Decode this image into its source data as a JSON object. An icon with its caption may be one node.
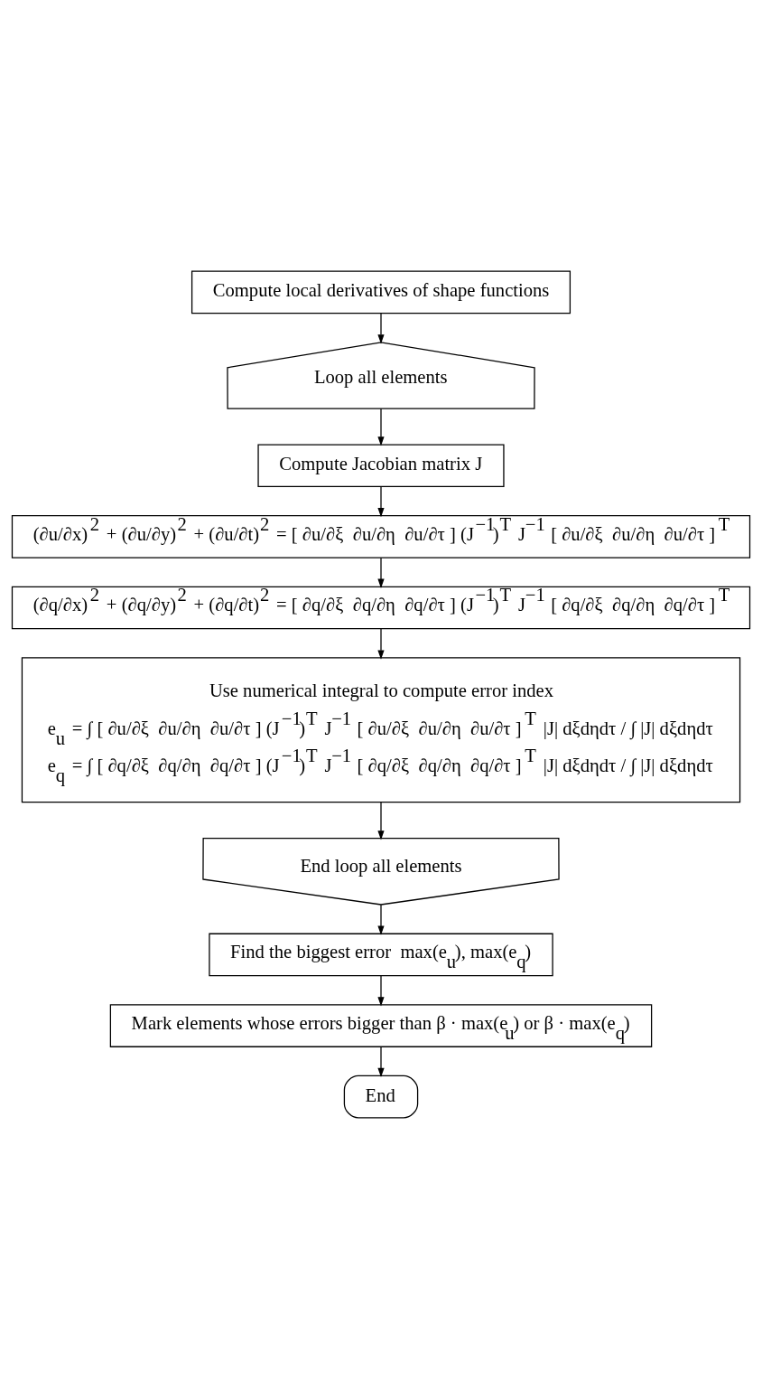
{
  "diagram": {
    "nodes": [
      {
        "text": [
          "Compute local derivatives of shape functions"
        ]
      },
      {
        "text": [
          "Loop all elements"
        ]
      },
      {
        "text": [
          "Compute Jacobian matrix J"
        ]
      },
      {
        "text": [
          "(∂u/∂x)$^{2}$ + (∂u/∂y)$^{2}$ + (∂u/∂t)$^{2}$ = [ ∂u/∂ξ  ∂u/∂η  ∂u/∂τ ] (J$^{−1}$)$^{T}$ J$^{−1}$ [ ∂u/∂ξ  ∂u/∂η  ∂u/∂τ ]$^{T}$"
        ]
      },
      {
        "text": [
          "(∂q/∂x)$^{2}$ + (∂q/∂y)$^{2}$ + (∂q/∂t)$^{2}$ = [ ∂q/∂ξ  ∂q/∂η  ∂q/∂τ ] (J$^{−1}$)$^{T}$ J$^{−1}$ [ ∂q/∂ξ  ∂q/∂η  ∂q/∂τ ]$^{T}$"
        ]
      },
      {
        "text": [
          "Use numerical integral to compute error index",
          "e$_{u}$ = ∫ [ ∂u/∂ξ  ∂u/∂η  ∂u/∂τ ] (J$^{−1}$)$^{T}$ J$^{−1}$ [ ∂u/∂ξ  ∂u/∂η  ∂u/∂τ ]$^{T}$ |J| dξdηdτ / ∫ |J| dξdηdτ",
          "e$_{q}$ = ∫ [ ∂q/∂ξ  ∂q/∂η  ∂q/∂τ ] (J$^{−1}$)$^{T}$ J$^{−1}$ [ ∂q/∂ξ  ∂q/∂η  ∂q/∂τ ]$^{T}$ |J| dξdηdτ / ∫ |J| dξdηdτ"
        ]
      },
      {
        "text": [
          "End loop all elements"
        ]
      },
      {
        "text": [
          "Find the biggest error  max(e$_{u}$), max(e$_{q}$)"
        ]
      },
      {
        "text": [
          "Mark elements whose errors bigger than β · max(e$_{u}$) or β · max(e$_{q}$)"
        ]
      },
      {
        "text": [
          "End"
        ]
      }
    ],
    "edges": [
      {
        "from": 0,
        "to": 1,
        "arrow": "to"
      },
      {
        "from": 1,
        "to": 2,
        "arrow": "to"
      },
      {
        "from": 2,
        "to": 3,
        "arrow": "to"
      },
      {
        "from": 3,
        "to": 4,
        "arrow": "to"
      },
      {
        "from": 4,
        "to": 5,
        "arrow": "to"
      },
      {
        "from": 5,
        "to": 6,
        "arrow": "to"
      },
      {
        "from": 6,
        "to": 7,
        "arrow": "to"
      },
      {
        "from": 7,
        "to": 8,
        "arrow": "to"
      },
      {
        "from": 8,
        "to": 9,
        "arrow": "to"
      }
    ]
  }
}
